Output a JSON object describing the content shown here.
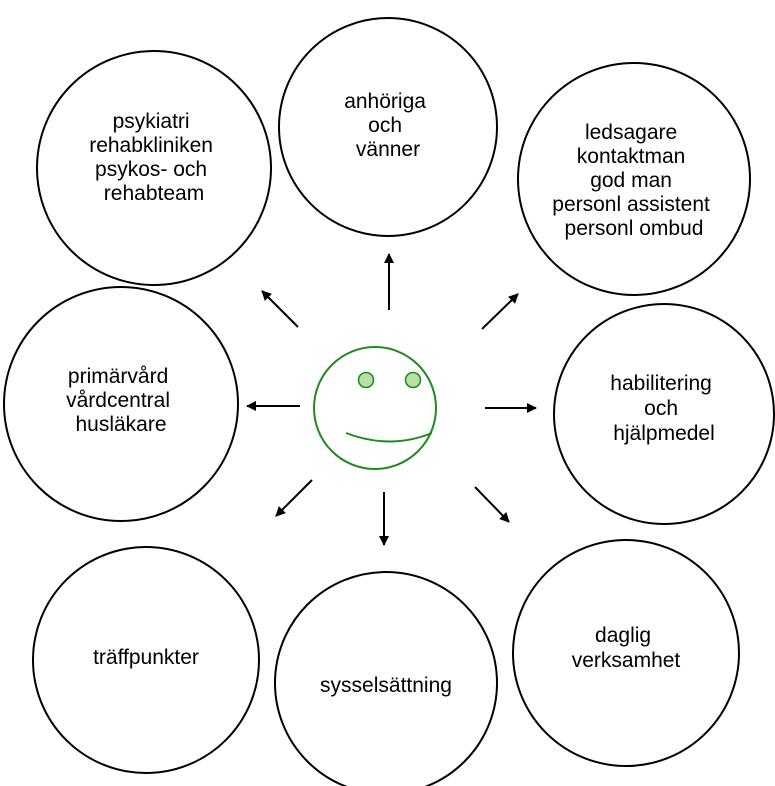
{
  "colors": {
    "stroke": "#000000",
    "face": "#1f8a1f",
    "eye_fill": "#b7dfa6",
    "background": "#ffffff"
  },
  "center": {
    "icon": "smiley-face-icon"
  },
  "nodes": [
    {
      "id": "psykiatri",
      "lines": [
        "psykiatri",
        "rehabkliniken",
        "psykos- och",
        "rehabteam"
      ]
    },
    {
      "id": "anhoriga",
      "lines": [
        "anhöriga",
        "och",
        "vänner"
      ]
    },
    {
      "id": "ledsagare",
      "lines": [
        "ledsagare",
        "kontaktman",
        "god man",
        "personl assistent",
        "personl ombud"
      ]
    },
    {
      "id": "primarvard",
      "lines": [
        "primärvård",
        "vårdcentral",
        "husläkare"
      ]
    },
    {
      "id": "habilitering",
      "lines": [
        "habilitering",
        "och",
        "hjälpmedel"
      ]
    },
    {
      "id": "traffpunkter",
      "lines": [
        "träffpunkter"
      ]
    },
    {
      "id": "sysselsattning",
      "lines": [
        "sysselsättning"
      ]
    },
    {
      "id": "daglig",
      "lines": [
        "daglig",
        "verksamhet"
      ]
    }
  ]
}
